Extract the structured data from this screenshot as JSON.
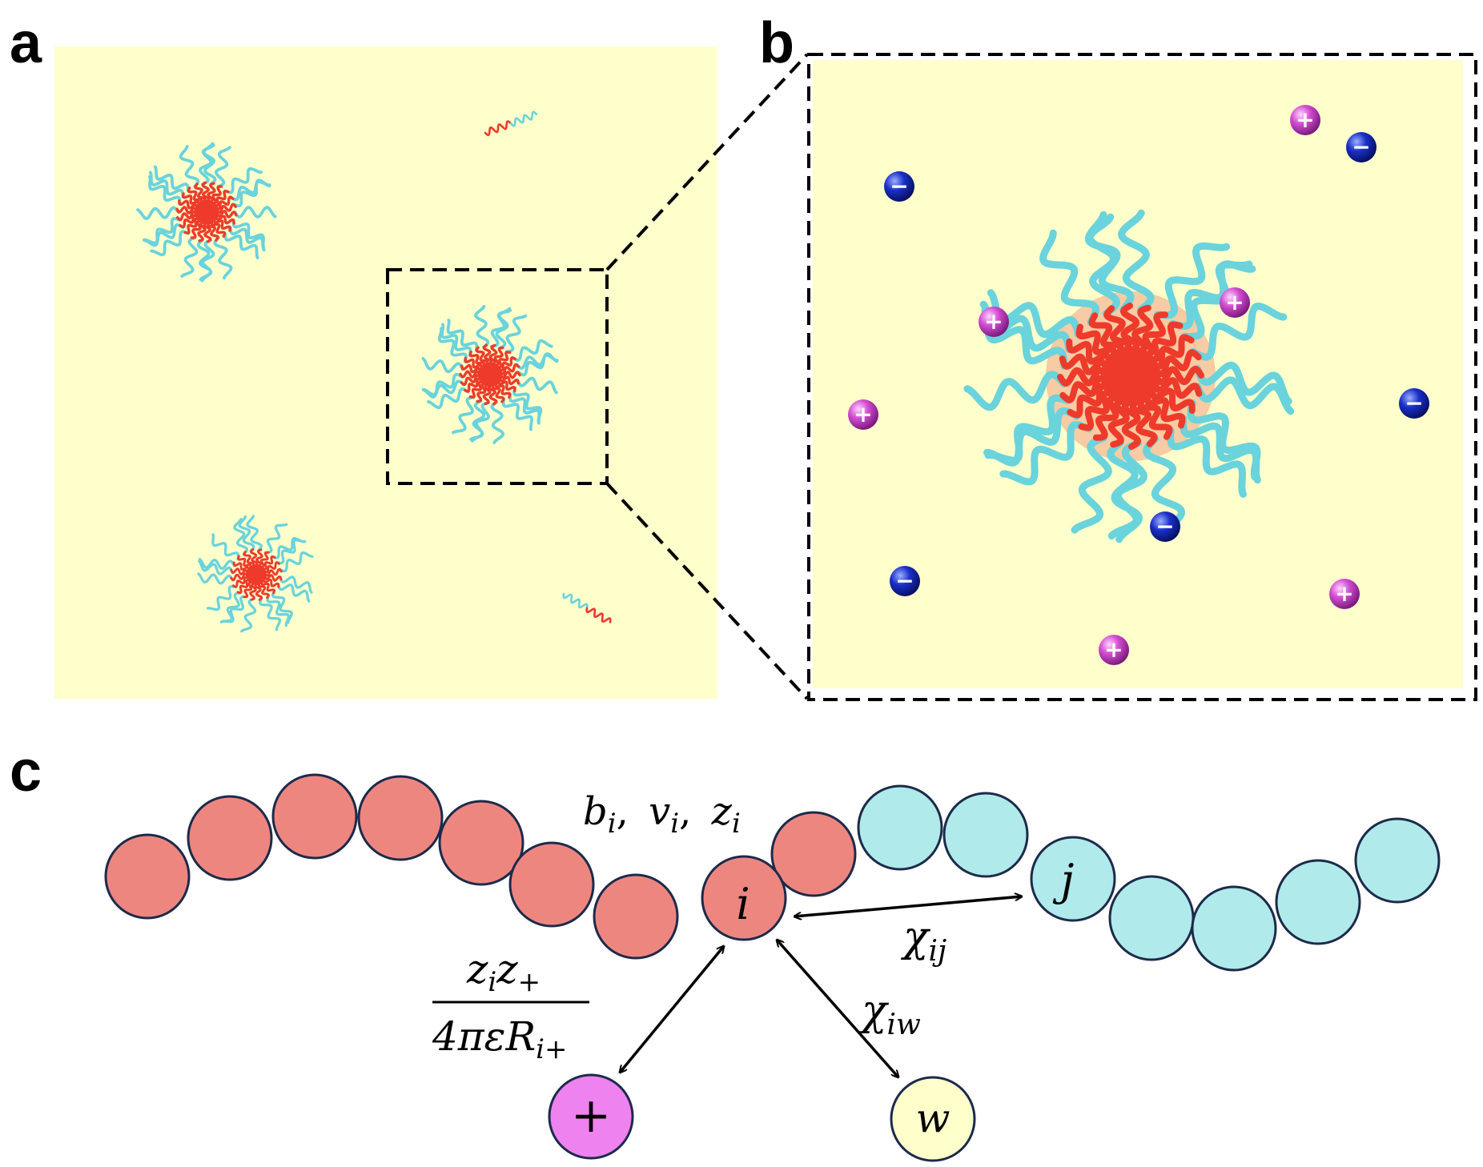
{
  "panels": {
    "a": {
      "label": "a"
    },
    "b": {
      "label": "b"
    },
    "c": {
      "label": "c"
    }
  },
  "colors": {
    "background": "#ffffcc",
    "hydrophobic": "#ee3a2a",
    "hydrophilic": "#6ad3dc",
    "red_bead": "#ee8680",
    "cyan_bead": "#b0eaea",
    "core_halo": "#f6c59e",
    "cation": "#cc44cc",
    "anion": "#1a2fb8",
    "outline": "#1c2a4a"
  },
  "ions": {
    "plus_symbol": "+",
    "minus_symbol": "−"
  },
  "labels": {
    "bead_properties": {
      "b": "b",
      "b_sub": "i",
      "v": "v",
      "v_sub": "i",
      "z": "z",
      "z_sub": "i",
      "sep": ","
    },
    "bead_i": "i",
    "bead_j": "j",
    "chi_ij": {
      "sym": "χ",
      "sub": "ij"
    },
    "chi_iw": {
      "sym": "χ",
      "sub": "iw"
    },
    "coulomb": {
      "num1": "z",
      "num1_sub": "i",
      "num2": "z",
      "num2_sub": "+",
      "den": "4πε",
      "den_R": "R",
      "den_sub": "i+"
    },
    "ion_plus": "+",
    "water": "w"
  }
}
